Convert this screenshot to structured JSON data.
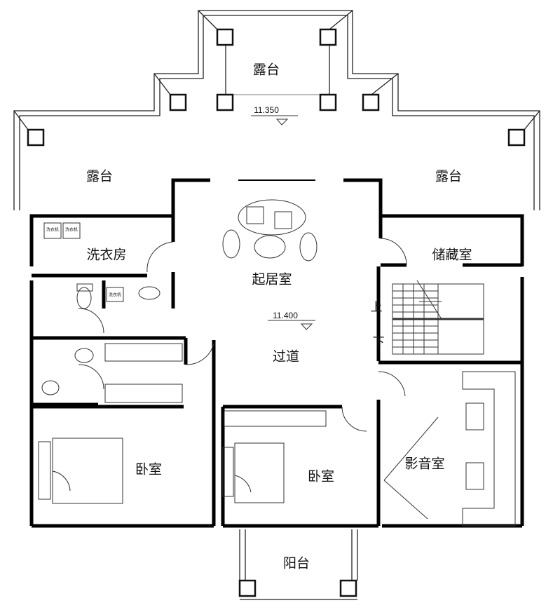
{
  "rooms": {
    "terrace_top": "露台",
    "terrace_left": "露台",
    "terrace_right": "露台",
    "laundry": "洗衣房",
    "storage": "储藏室",
    "living_room": "起居室",
    "corridor": "过道",
    "bedroom_left": "卧室",
    "bedroom_middle": "卧室",
    "media_room": "影音室",
    "balcony": "阳台"
  },
  "stairs": {
    "up": "上",
    "down": "下"
  },
  "elevations": {
    "terrace": "11.350",
    "floor": "11.400"
  },
  "appliances": {
    "washer_1": "洗衣机",
    "washer_2": "洗衣机",
    "washer_3": "洗衣机"
  }
}
